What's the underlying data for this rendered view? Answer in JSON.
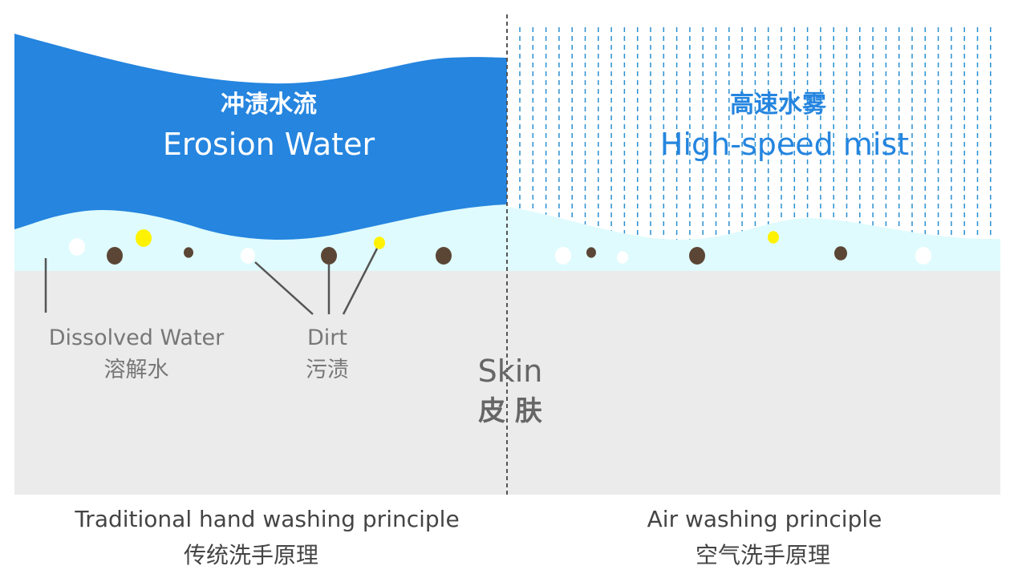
{
  "left_panel": {
    "title_cn": "冲渍水流",
    "title_en": "Erosion Water",
    "dissolved_en": "Dissolved Water",
    "dissolved_cn": "溶解水",
    "dirt_en": "Dirt",
    "dirt_cn": "污渍",
    "caption_en": "Traditional hand washing principle",
    "caption_cn": "传统洗手原理"
  },
  "right_panel": {
    "title_cn": "高速水雾",
    "title_en": "High-speed mist",
    "caption_en": "Air washing principle",
    "caption_cn": "空气洗手原理"
  },
  "skin": {
    "en": "Skin",
    "cn": "皮 肤"
  },
  "colors": {
    "water": "#2585df",
    "dissolved": "#dffbfd",
    "skin": "#ebebeb",
    "dirt_brown": "#5b4636",
    "dirt_yellow": "#fff200",
    "mist": "#2a8fd0",
    "label_gray": "#777777"
  }
}
